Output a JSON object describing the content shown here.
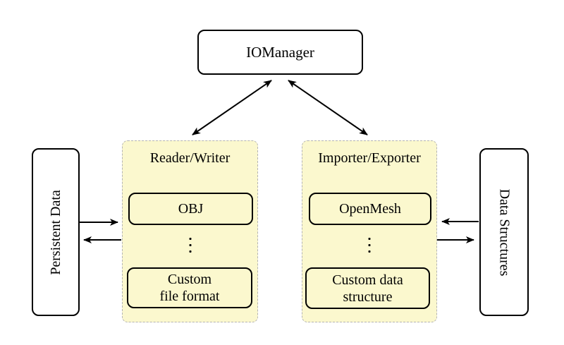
{
  "io_manager": {
    "label": "IOManager"
  },
  "persistent_data": {
    "label": "Persistent Data"
  },
  "data_structures": {
    "label": "Data Structures"
  },
  "reader_writer": {
    "title": "Reader/Writer",
    "items": [
      "OBJ",
      "Custom\nfile format"
    ]
  },
  "importer_exporter": {
    "title": "Importer/Exporter",
    "items": [
      "OpenMesh",
      "Custom data\nstructure"
    ]
  },
  "icons": {
    "vertical_ellipsis_glyph": "⋮"
  },
  "arrows": {
    "iomanager_reader_writer": "double-headed",
    "iomanager_importer_exporter": "double-headed",
    "persistent_to_reader": "right",
    "reader_to_persistent": "left",
    "datastructures_to_importer": "left",
    "importer_to_datastructures": "right"
  },
  "colors": {
    "background": "#FFFFFF",
    "group_fill": "#FBF8CE",
    "group_border": "#B4B4B4",
    "box_border": "#000000",
    "arrow": "#000000"
  }
}
